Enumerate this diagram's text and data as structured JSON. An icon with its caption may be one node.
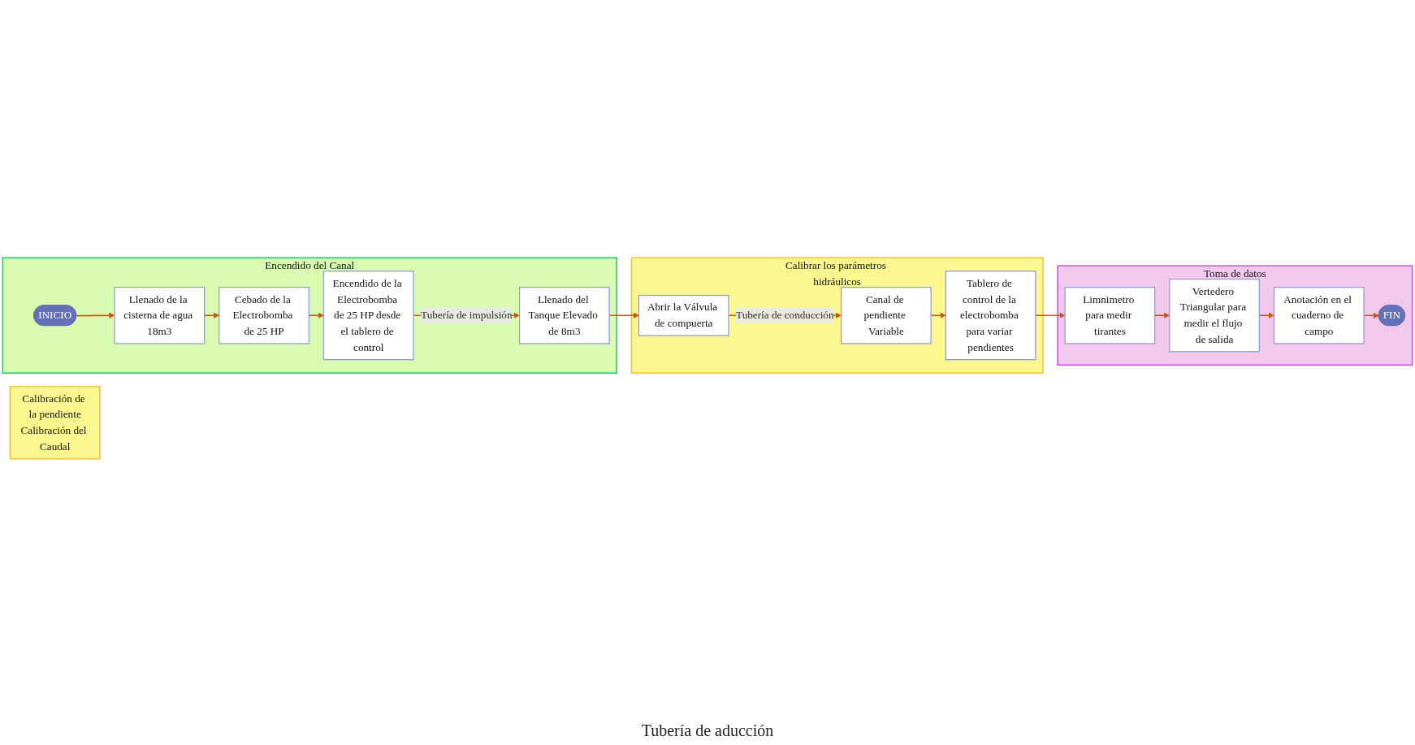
{
  "diagram": {
    "nodes": [
      {
        "text": [
          "Encendido del Canal"
        ]
      },
      {
        "text": [
          "INICIO"
        ],
        "in": 0
      },
      {
        "text": [
          "Llenado de la cisterna de agua 18m3"
        ],
        "in": 0
      },
      {
        "text": [
          "Cebado de la Electrobomba de 25 HP"
        ],
        "in": 0
      },
      {
        "text": [
          "Encendido de la Electrobomba de 25 HP desde el tablero de control"
        ],
        "in": 0
      },
      {
        "text": [
          "Llenado del Tanque Elevado de 8m3"
        ],
        "in": 0
      },
      {
        "text": [
          "Calibrar los parámetros hidráulicos"
        ]
      },
      {
        "text": [
          "Tablero de control de la electrobomba para variar pendientes"
        ],
        "in": 6
      },
      {
        "text": [
          "Canal de pendiente Variable"
        ],
        "in": 6
      },
      {
        "text": [
          "Abrir la Válvula de compuerta"
        ],
        "in": 6
      },
      {
        "text": [
          "Calibración de la pendiente",
          "Calibración del Caudal"
        ]
      },
      {
        "text": [
          "Toma de datos"
        ]
      },
      {
        "text": [
          "Limnimetro para medir tirantes"
        ],
        "in": 11
      },
      {
        "text": [
          "Vertedero Triangular para medir el flujo de salida"
        ],
        "in": 11
      },
      {
        "text": [
          "Anotación en el cuaderno de campo"
        ],
        "in": 11
      },
      {
        "text": [
          "FIN"
        ],
        "in": 11
      }
    ],
    "edges": [
      {
        "from": 1,
        "to": 2,
        "arrow": "to"
      },
      {
        "from": 2,
        "to": 3,
        "arrow": "to"
      },
      {
        "from": 3,
        "to": 4,
        "arrow": "to"
      },
      {
        "from": 4,
        "to": 5,
        "arrow": "to",
        "label": "Tubería de impulsión"
      },
      {
        "from": 5,
        "to": 9,
        "arrow": "to"
      },
      {
        "from": 9,
        "to": 8,
        "arrow": "to",
        "label": "Tubería de conducción"
      },
      {
        "from": 8,
        "to": 7,
        "arrow": "to"
      },
      {
        "from": 7,
        "to": 12,
        "arrow": "to"
      },
      {
        "from": 12,
        "to": 13,
        "arrow": "to"
      },
      {
        "from": 13,
        "to": 14,
        "arrow": "to"
      },
      {
        "from": 14,
        "to": 15,
        "arrow": "to"
      }
    ],
    "labels": [
      "Tubería de aducción"
    ]
  }
}
